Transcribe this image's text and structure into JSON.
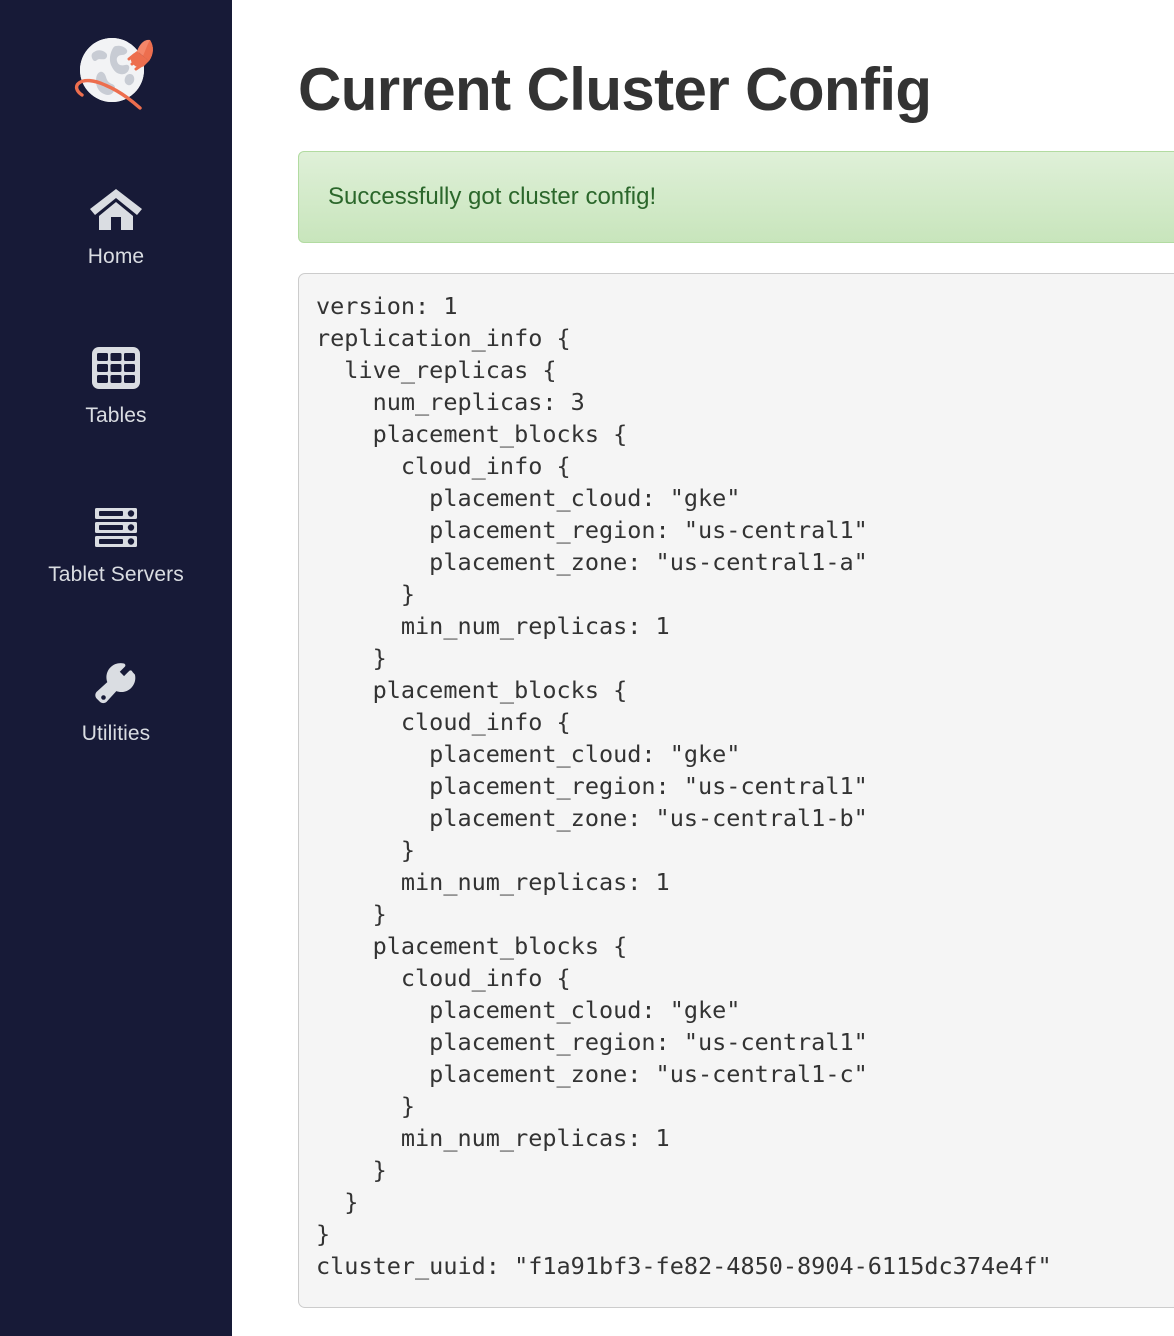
{
  "sidebar": {
    "logo_icon": "yugabyte-rocket-globe-logo",
    "items": [
      {
        "icon": "home-icon",
        "label": "Home"
      },
      {
        "icon": "table-grid-icon",
        "label": "Tables"
      },
      {
        "icon": "server-stack-icon",
        "label": "Tablet Servers"
      },
      {
        "icon": "wrench-icon",
        "label": "Utilities"
      }
    ]
  },
  "main": {
    "title": "Current Cluster Config",
    "alert": {
      "type": "success",
      "message": "Successfully got cluster config!",
      "bg_color": "#dff0d8",
      "border_color": "#b2dba1",
      "text_color": "#2b672b"
    },
    "config": {
      "text": "version: 1\nreplication_info {\n  live_replicas {\n    num_replicas: 3\n    placement_blocks {\n      cloud_info {\n        placement_cloud: \"gke\"\n        placement_region: \"us-central1\"\n        placement_zone: \"us-central1-a\"\n      }\n      min_num_replicas: 1\n    }\n    placement_blocks {\n      cloud_info {\n        placement_cloud: \"gke\"\n        placement_region: \"us-central1\"\n        placement_zone: \"us-central1-b\"\n      }\n      min_num_replicas: 1\n    }\n    placement_blocks {\n      cloud_info {\n        placement_cloud: \"gke\"\n        placement_region: \"us-central1\"\n        placement_zone: \"us-central1-c\"\n      }\n      min_num_replicas: 1\n    }\n  }\n}\ncluster_uuid: \"f1a91bf3-fe82-4850-8904-6115dc374e4f\"",
      "version": 1,
      "cluster_uuid": "f1a91bf3-fe82-4850-8904-6115dc374e4f",
      "num_replicas": 3,
      "placement_cloud": "gke",
      "placement_region": "us-central1",
      "zones": [
        "us-central1-a",
        "us-central1-b",
        "us-central1-c"
      ],
      "min_num_replicas": 1
    }
  },
  "theme": {
    "sidebar_bg": "#171a37",
    "sidebar_text": "#dadde2",
    "code_bg": "#f5f5f5",
    "code_border": "#cccccc",
    "title_color": "#333333",
    "accent": "#ed6e4e"
  }
}
